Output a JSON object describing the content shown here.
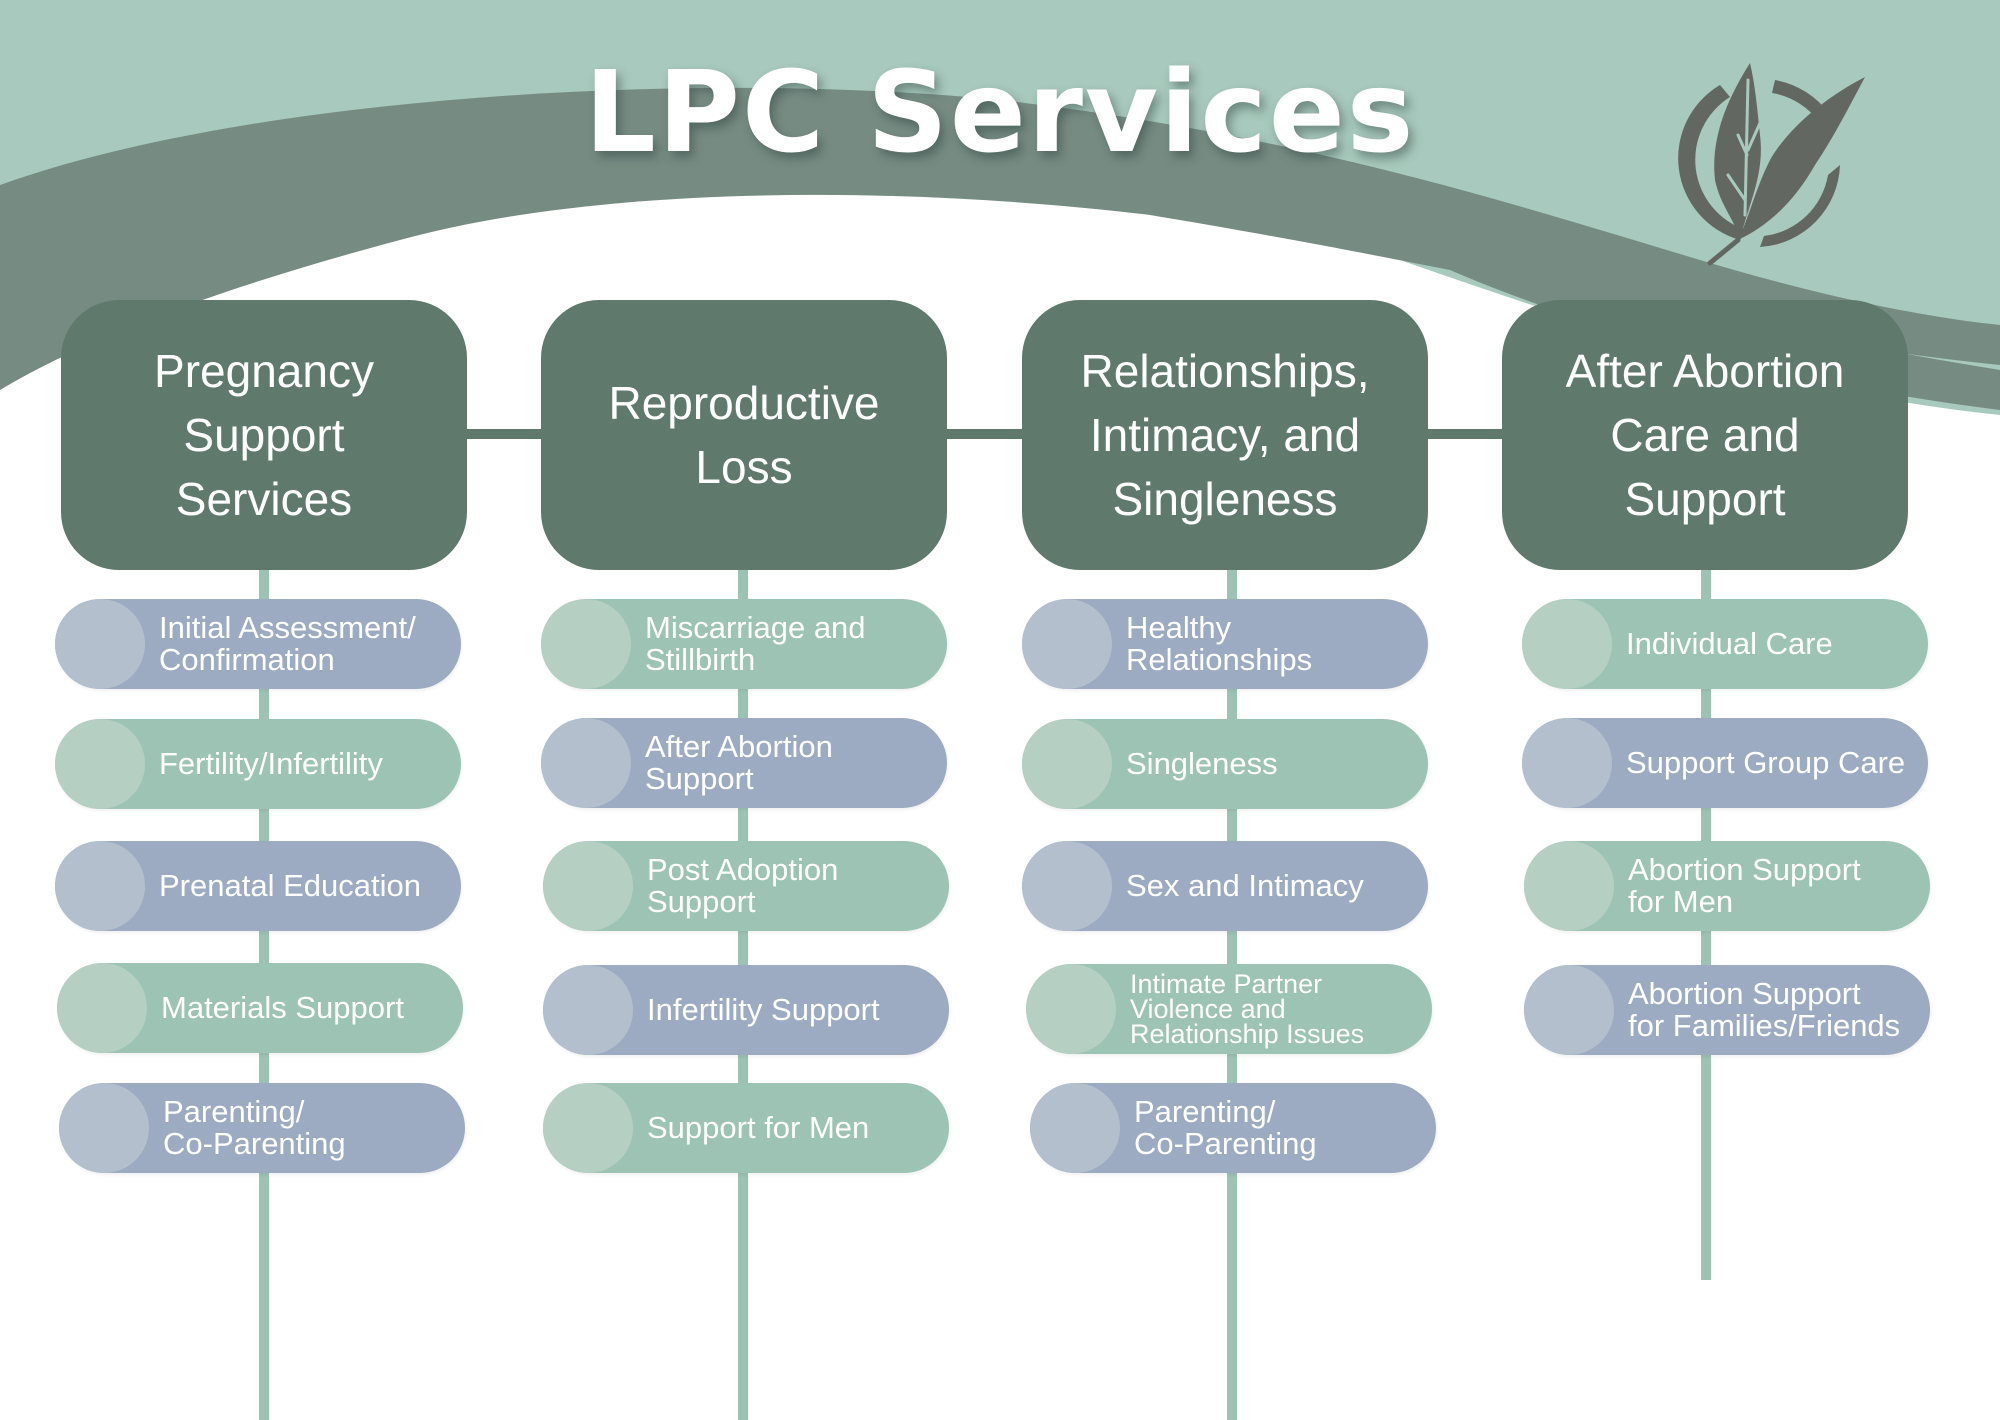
{
  "title": "LPC Services",
  "logo": {
    "icon": "leaf-in-circle-icon"
  },
  "colors": {
    "header_bg": "#5f796d",
    "band_light": "#a8c9bd",
    "band_dark": "#768c83",
    "pill_blue": "#9cabc1",
    "pill_green": "#9cc3b4",
    "connector": "#9bc2b3"
  },
  "categories": [
    {
      "title": "Pregnancy\nSupport\nServices",
      "services": [
        {
          "label": "Initial Assessment/\nConfirmation",
          "color": "blue"
        },
        {
          "label": "Fertility/Infertility",
          "color": "green"
        },
        {
          "label": "Prenatal Education",
          "color": "blue"
        },
        {
          "label": "Materials Support",
          "color": "green"
        },
        {
          "label": "Parenting/\nCo-Parenting",
          "color": "blue"
        }
      ]
    },
    {
      "title": "Reproductive\nLoss",
      "services": [
        {
          "label": "Miscarriage and\nStillbirth",
          "color": "green"
        },
        {
          "label": "After Abortion\nSupport",
          "color": "blue"
        },
        {
          "label": "Post Adoption\nSupport",
          "color": "green"
        },
        {
          "label": "Infertility Support",
          "color": "blue"
        },
        {
          "label": "Support for Men",
          "color": "green"
        }
      ]
    },
    {
      "title": "Relationships,\nIntimacy, and\nSingleness",
      "services": [
        {
          "label": "Healthy\nRelationships",
          "color": "blue"
        },
        {
          "label": "Singleness",
          "color": "green"
        },
        {
          "label": "Sex and Intimacy",
          "color": "blue"
        },
        {
          "label": "Intimate Partner\nViolence and\nRelationship Issues",
          "color": "green"
        },
        {
          "label": "Parenting/\nCo-Parenting",
          "color": "blue"
        }
      ]
    },
    {
      "title": "After Abortion\nCare and Support",
      "services": [
        {
          "label": "Individual Care",
          "color": "green"
        },
        {
          "label": "Support Group Care",
          "color": "blue"
        },
        {
          "label": "Abortion Support\nfor Men",
          "color": "green"
        },
        {
          "label": "Abortion Support\nfor Families/Friends",
          "color": "blue"
        }
      ]
    }
  ]
}
